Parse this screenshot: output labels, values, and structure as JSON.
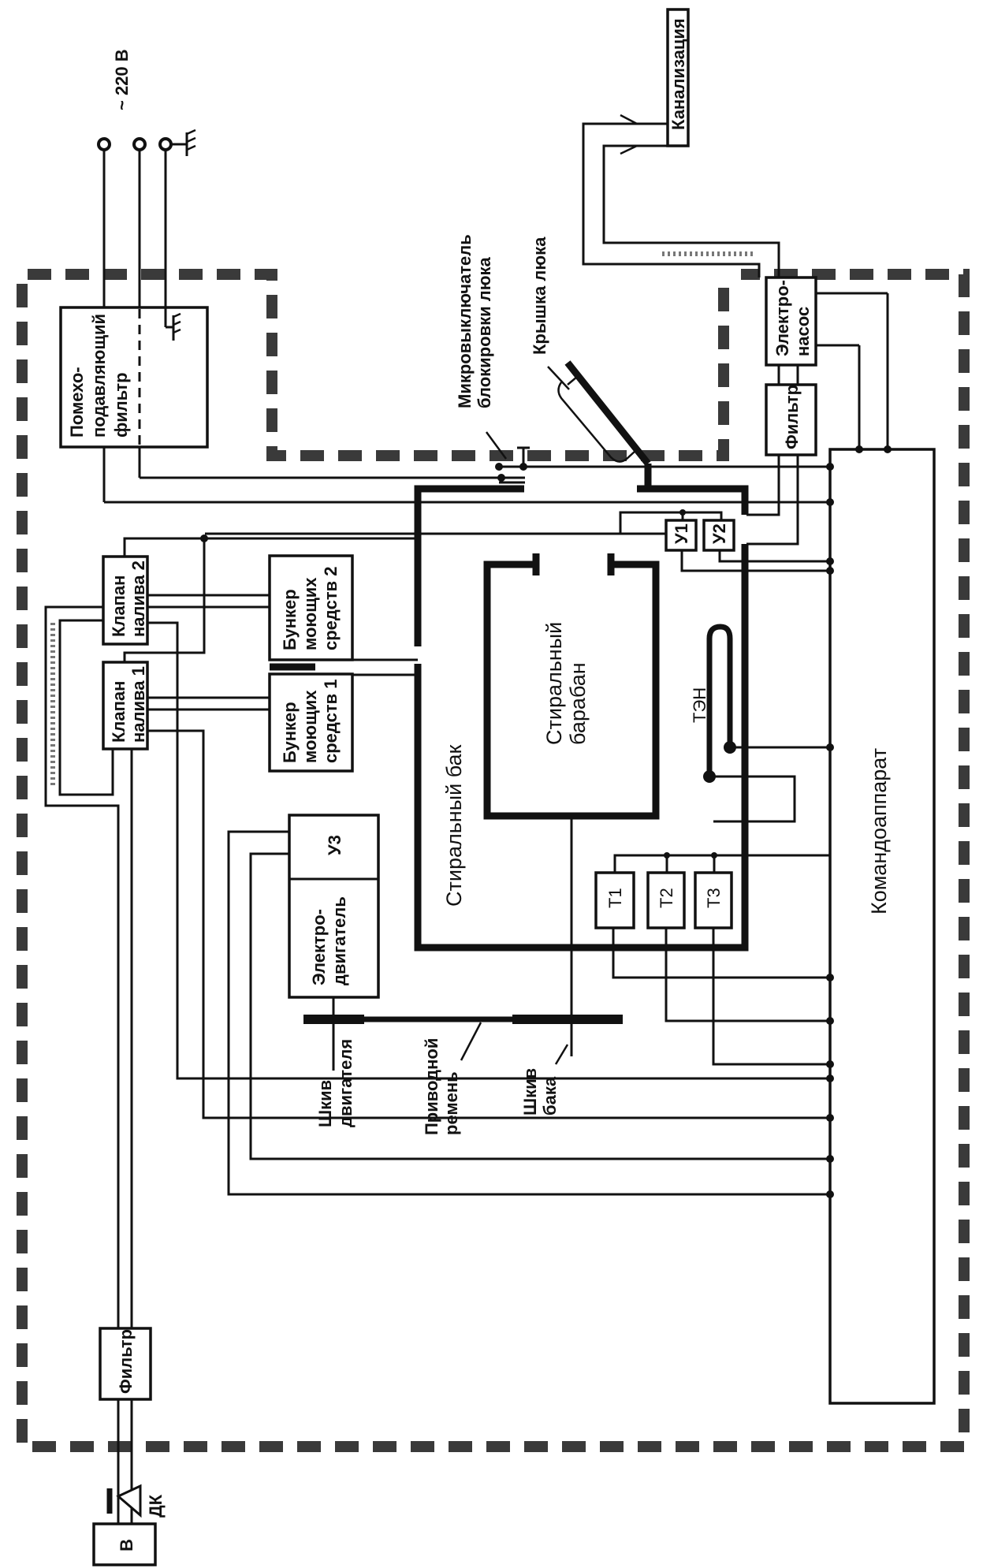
{
  "diagram": {
    "type": "washing-machine-block-diagram",
    "orientation": "rotated-90-ccw",
    "power_label": "~ 220 В",
    "drain_label": "Канализация",
    "microswitch_label": [
      "Микровыключатель",
      "блокировки люка"
    ],
    "door_label": "Крышка люка",
    "noise_filter": [
      "Помехо-",
      "подавляющий",
      "фильтр"
    ],
    "pump": [
      "Электро-",
      "насос"
    ],
    "drain_filter": "Фильтр",
    "fill_valve_2": [
      "Клапан",
      "налива 2"
    ],
    "fill_valve_1": [
      "Клапан",
      "налива 1"
    ],
    "bunker_2": [
      "Бункер",
      "моющих",
      "средств 2"
    ],
    "bunker_1": [
      "Бункер",
      "моющих",
      "средств 1"
    ],
    "tub": "Стиральный бак",
    "drum": [
      "Стиральный",
      "барабан"
    ],
    "heater": "ТЭН",
    "level_sensor_1": "У1",
    "level_sensor_2": "У2",
    "speed_sensor": "У3",
    "motor": [
      "Электро-",
      "двигатель"
    ],
    "temp_sensor_1": "Т1",
    "temp_sensor_2": "Т2",
    "temp_sensor_3": "Т3",
    "motor_pulley": [
      "Шкив",
      "двигателя"
    ],
    "drive_belt": [
      "Приводной",
      "ремень"
    ],
    "tub_pulley": [
      "Шкив",
      "бака"
    ],
    "controller": "Командоаппарат",
    "inlet_filter": "Фильтр",
    "pressure_valve": "ДК",
    "water_supply": "В"
  }
}
